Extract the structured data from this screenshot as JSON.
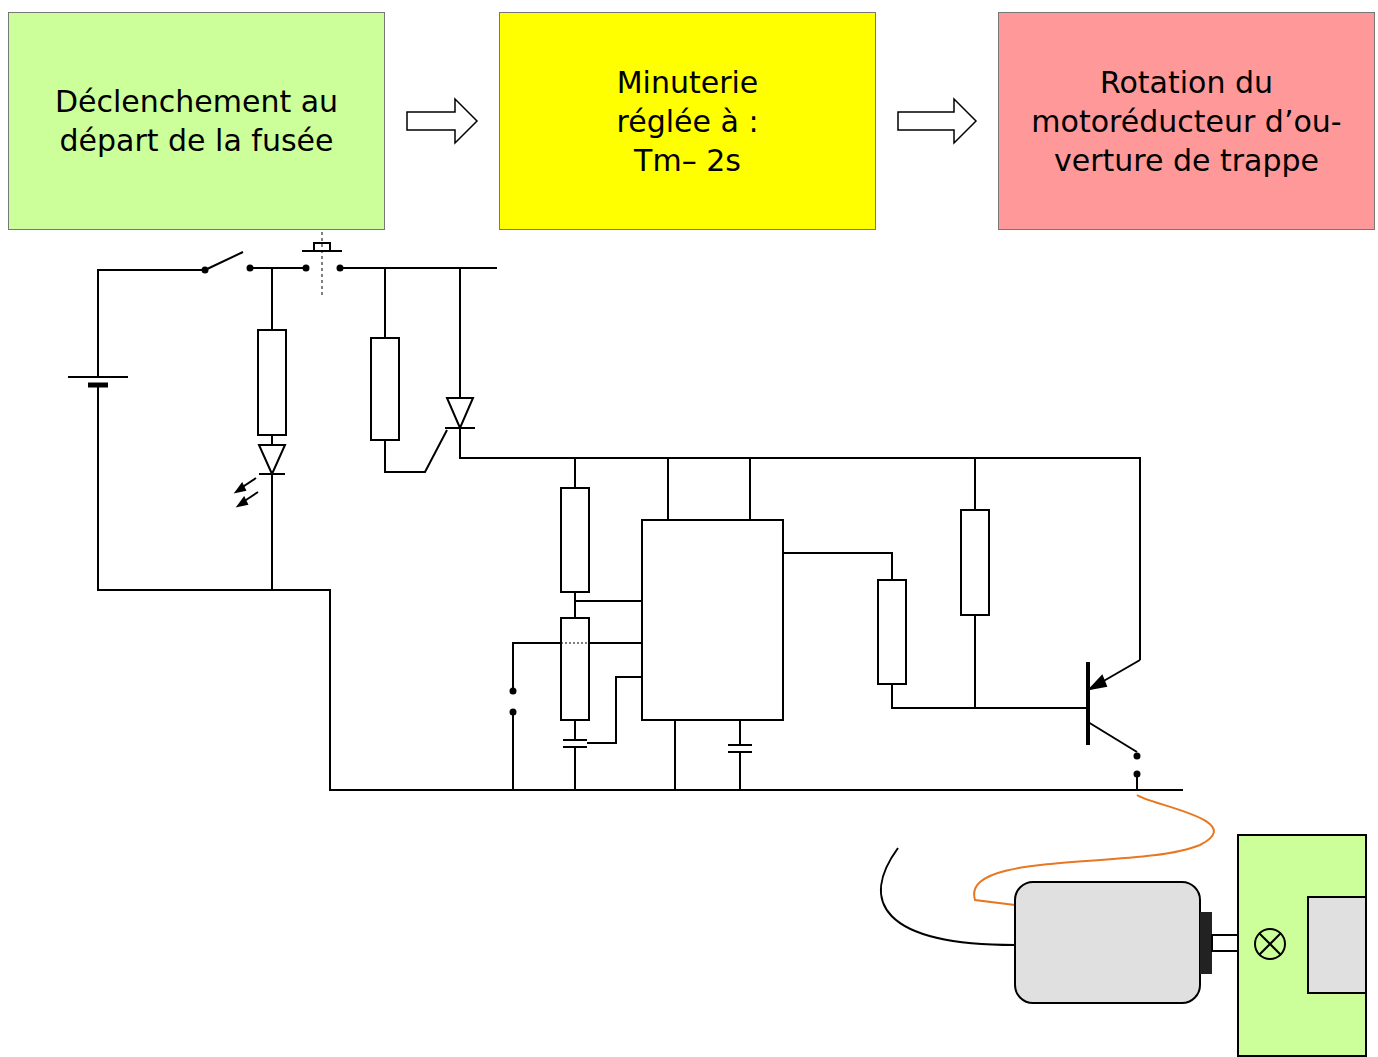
{
  "diagram": {
    "nodes": [
      {
        "text": [
          "Déclenchement au départ de la fusée"
        ]
      },
      {
        "text": [
          "Minuterie réglée à : Tm– 2s"
        ]
      },
      {
        "text": [
          "Rotation du motoréducteur d’ou- verture de trappe"
        ]
      }
    ],
    "edges": [
      {
        "from": 0,
        "to": 1,
        "arrow": "to"
      },
      {
        "from": 1,
        "to": 2,
        "arrow": "to"
      }
    ]
  }
}
